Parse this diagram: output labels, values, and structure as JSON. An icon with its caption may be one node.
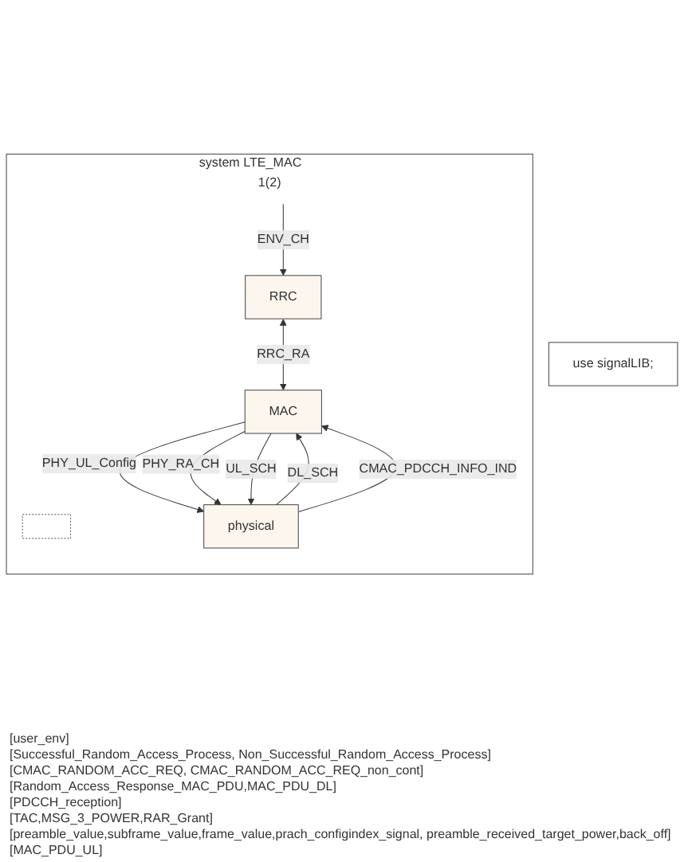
{
  "diagram": {
    "nodes": [
      {
        "text": [
          "use signalLIB;"
        ]
      },
      {
        "text": [
          "system LTE_MAC",
          "1(2)"
        ]
      },
      {
        "text": [],
        "shape": "box",
        "in": 1
      },
      {
        "text": [
          "RRC"
        ],
        "in": 1
      },
      {
        "text": [
          "MAC"
        ],
        "in": 1
      },
      {
        "text": [
          "physical"
        ],
        "in": 1
      }
    ],
    "edges": [
      {
        "from": null,
        "to": 3,
        "arrow": "to",
        "label": "ENV_CH"
      },
      {
        "from": 3,
        "to": 4,
        "arrow": "both",
        "label": "RRC_RA"
      },
      {
        "from": 5,
        "to": 4,
        "arrow": "to",
        "label": "DL_SCH"
      },
      {
        "from": 5,
        "to": 4,
        "arrow": "to",
        "label": "CMAC_PDCCH_INFO_IND"
      },
      {
        "from": 4,
        "to": 5,
        "arrow": "to",
        "label": "PHY_UL_Config"
      },
      {
        "from": 4,
        "to": 5,
        "arrow": "to",
        "label": "PHY_RA_CH"
      },
      {
        "from": 4,
        "to": 5,
        "arrow": "to",
        "label": "UL_SCH"
      }
    ],
    "labels": [
      "[user_env]",
      "[Successful_Random_Access_Process, Non_Successful_Random_Access_Process]",
      "[CMAC_RANDOM_ACC_REQ, CMAC_RANDOM_ACC_REQ_non_cont]",
      "[Random_Access_Response_MAC_PDU,MAC_PDU_DL]",
      "[PDCCH_reception]",
      "[TAC,MSG_3_POWER,RAR_Grant]",
      "[preamble_value,subframe_value,frame_value,prach_configindex_signal, preamble_received_target_power,back_off]",
      "[MAC_PDU_UL]"
    ]
  }
}
